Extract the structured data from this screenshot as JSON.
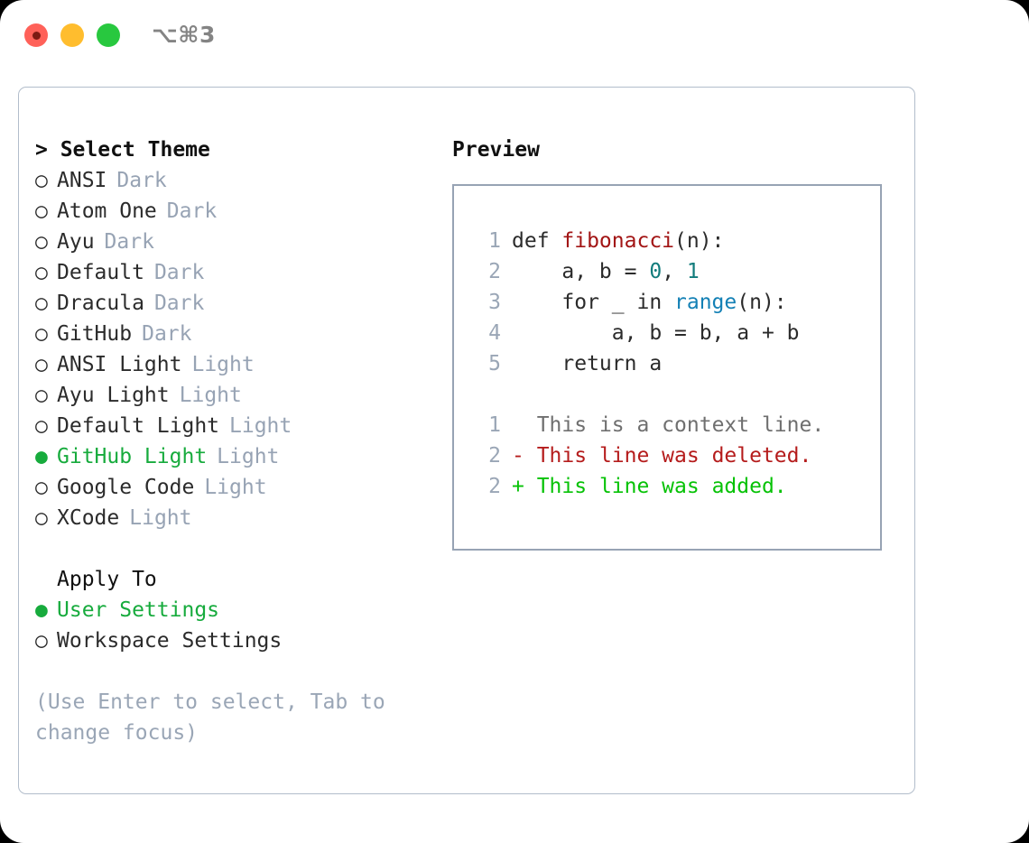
{
  "titlebar": {
    "shortcut": "⌥⌘3",
    "buttons": {
      "close": "close-button",
      "minimize": "minimize-button",
      "maximize": "maximize-button"
    }
  },
  "colors": {
    "selected_green": "#17ab3d",
    "muted_blue_gray": "#97a3b4",
    "panel_border": "#b2bdcb",
    "preview_border": "#97a3b4",
    "code_function": "#a21515",
    "code_number": "#127c7c",
    "code_builtin": "#1380b5",
    "diff_added": "#06c206",
    "diff_deleted": "#b51c1c",
    "diff_context": "#6f6f6f",
    "traffic_red": "#ff6159",
    "traffic_yellow": "#ffbd2e",
    "traffic_green": "#28c83f"
  },
  "left": {
    "heading": "> Select Theme",
    "themes": [
      {
        "marker": "○",
        "name": "ANSI",
        "tag": "Dark",
        "selected": false
      },
      {
        "marker": "○",
        "name": "Atom One",
        "tag": "Dark",
        "selected": false
      },
      {
        "marker": "○",
        "name": "Ayu",
        "tag": "Dark",
        "selected": false
      },
      {
        "marker": "○",
        "name": "Default",
        "tag": "Dark",
        "selected": false
      },
      {
        "marker": "○",
        "name": "Dracula",
        "tag": "Dark",
        "selected": false
      },
      {
        "marker": "○",
        "name": "GitHub",
        "tag": "Dark",
        "selected": false
      },
      {
        "marker": "○",
        "name": "ANSI Light",
        "tag": "Light",
        "selected": false
      },
      {
        "marker": "○",
        "name": "Ayu Light",
        "tag": "Light",
        "selected": false
      },
      {
        "marker": "○",
        "name": "Default Light",
        "tag": "Light",
        "selected": false
      },
      {
        "marker": "●",
        "name": "GitHub Light",
        "tag": "Light",
        "selected": true
      },
      {
        "marker": "○",
        "name": "Google Code",
        "tag": "Light",
        "selected": false
      },
      {
        "marker": "○",
        "name": "XCode",
        "tag": "Light",
        "selected": false
      }
    ],
    "apply_to": {
      "heading": "Apply To",
      "options": [
        {
          "marker": "●",
          "name": "User Settings",
          "selected": true
        },
        {
          "marker": "○",
          "name": "Workspace Settings",
          "selected": false
        }
      ]
    },
    "hint": "(Use Enter to select, Tab to change focus)"
  },
  "right": {
    "heading": "Preview",
    "code_lines": [
      {
        "no": "1",
        "tokens": [
          {
            "t": "def ",
            "c": "plain"
          },
          {
            "t": "fibonacci",
            "c": "func"
          },
          {
            "t": "(n):",
            "c": "plain"
          }
        ]
      },
      {
        "no": "2",
        "tokens": [
          {
            "t": "    a, b = ",
            "c": "plain"
          },
          {
            "t": "0",
            "c": "num"
          },
          {
            "t": ", ",
            "c": "plain"
          },
          {
            "t": "1",
            "c": "num"
          }
        ]
      },
      {
        "no": "3",
        "tokens": [
          {
            "t": "    for _ in ",
            "c": "plain"
          },
          {
            "t": "range",
            "c": "builtin"
          },
          {
            "t": "(n):",
            "c": "plain"
          }
        ]
      },
      {
        "no": "4",
        "tokens": [
          {
            "t": "        a, b = b, a + b",
            "c": "plain"
          }
        ]
      },
      {
        "no": "5",
        "tokens": [
          {
            "t": "    return a",
            "c": "plain"
          }
        ]
      }
    ],
    "diff_lines": [
      {
        "no": "1",
        "prefix": "  ",
        "text": "This is a context line.",
        "kind": "context"
      },
      {
        "no": "2",
        "prefix": "- ",
        "text": "This line was deleted.",
        "kind": "del"
      },
      {
        "no": "2",
        "prefix": "+ ",
        "text": "This line was added.",
        "kind": "add"
      }
    ]
  }
}
